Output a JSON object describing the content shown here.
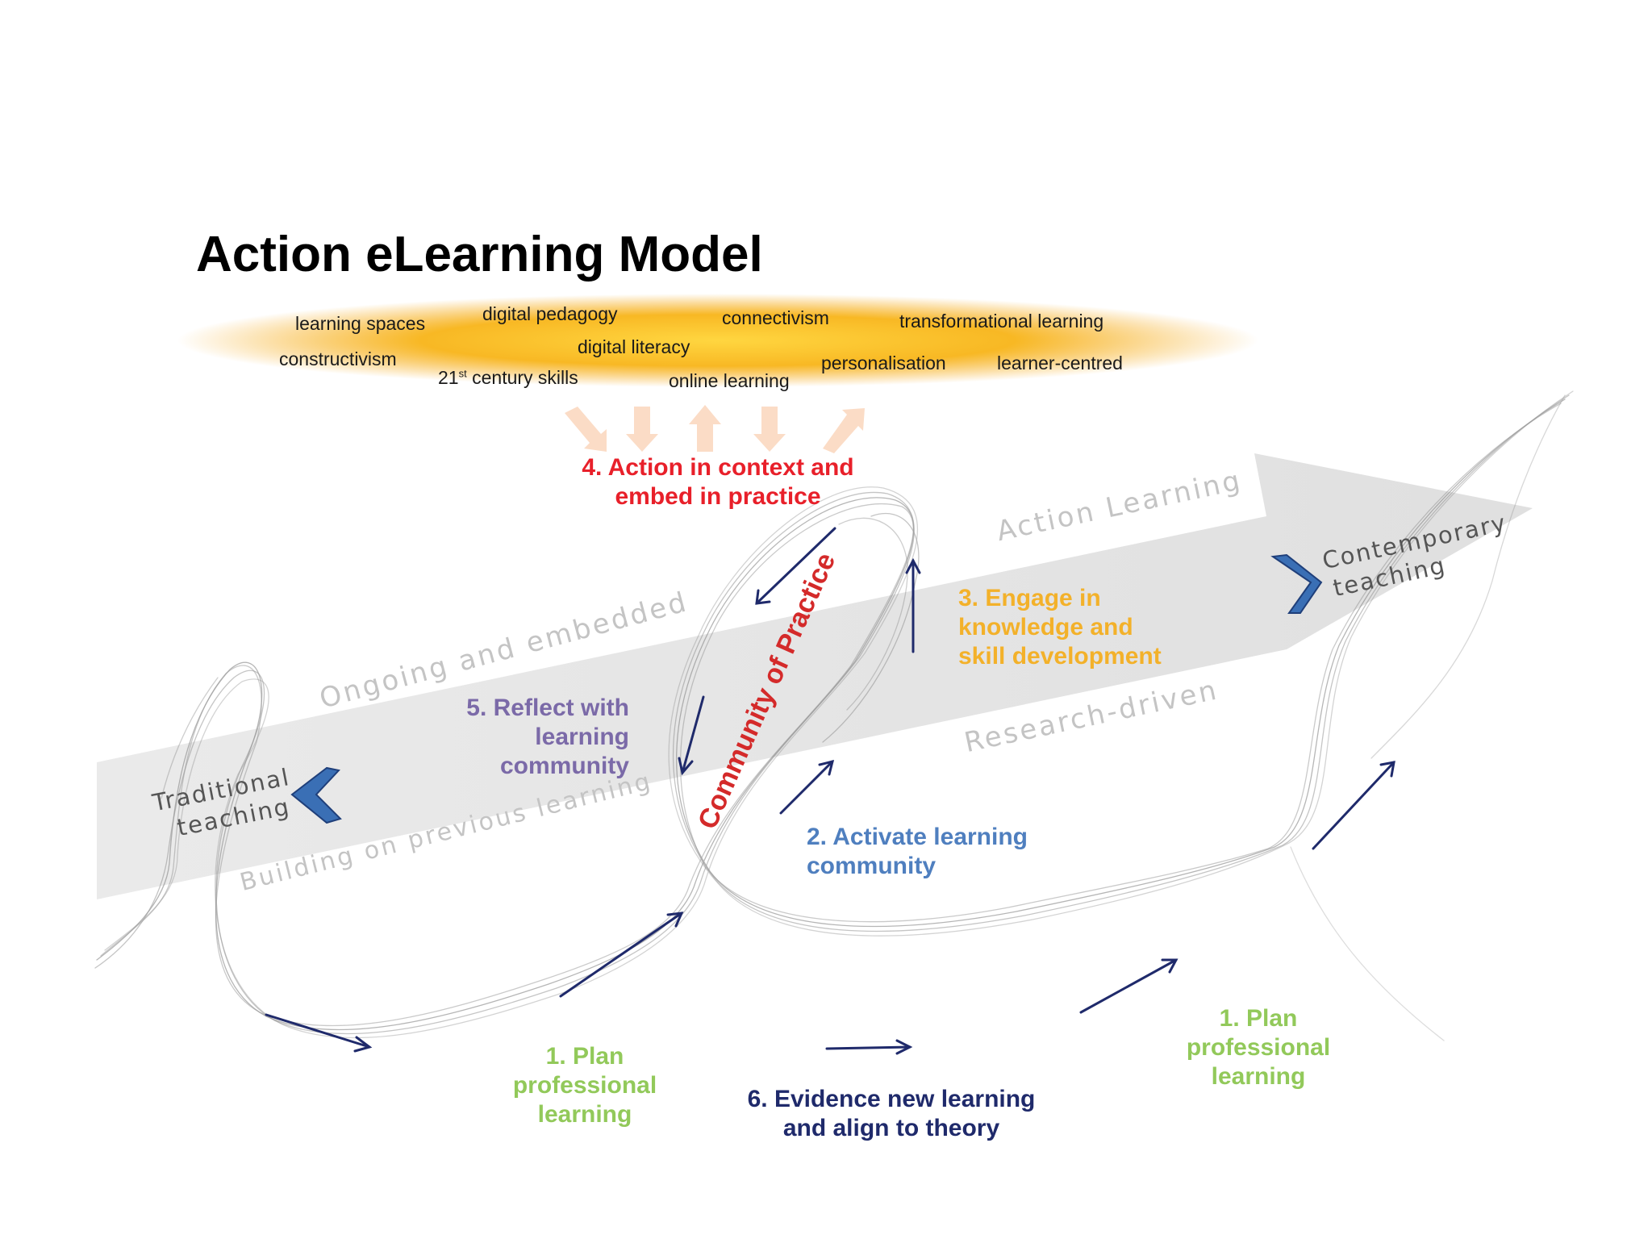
{
  "title": "Action eLearning Model",
  "keywords": {
    "learning_spaces": "learning spaces",
    "digital_pedagogy": "digital pedagogy",
    "connectivism": "connectivism",
    "transformational_learning": "transformational learning",
    "constructivism": "constructivism",
    "digital_literacy": "digital literacy",
    "century_skills_num": "21",
    "century_skills_sup": "st",
    "century_skills_rest": " century skills",
    "online_learning": "online learning",
    "personalisation": "personalisation",
    "learner_centred": "learner-centred"
  },
  "steps": {
    "step4_line1": "4. Action in context and",
    "step4_line2": "embed in practice",
    "step3_line1": "3. Engage in",
    "step3_line2": "knowledge and",
    "step3_line3": "skill development",
    "step5_line1": "5. Reflect with",
    "step5_line2": "learning",
    "step5_line3": "community",
    "step2_line1": "2. Activate learning",
    "step2_line2": "community",
    "step1_left_line1": "1. Plan",
    "step1_left_line2": "professional",
    "step1_left_line3": "learning",
    "step1_right_line1": "1. Plan",
    "step1_right_line2": "professional",
    "step1_right_line3": "learning",
    "step6_line1": "6. Evidence new learning",
    "step6_line2": "and align to theory"
  },
  "arrow_labels": {
    "action_learning": "Action Learning",
    "ongoing_embedded": "Ongoing and embedded",
    "research_driven": "Research-driven",
    "building_previous": "Building on previous learning"
  },
  "ends": {
    "traditional_line1": "Traditional",
    "traditional_line2": "teaching",
    "contemporary_line1": "Contemporary",
    "contemporary_line2": "teaching"
  },
  "center_label": "Community of Practice",
  "colors": {
    "step4": "#e8202a",
    "step3": "#f3b12a",
    "step5": "#7b6aa8",
    "step2": "#4f7fbf",
    "step1": "#92c95a",
    "step6": "#1f2a6b",
    "chevron": "#3a6fb5",
    "ellipse": "#f7b320"
  }
}
